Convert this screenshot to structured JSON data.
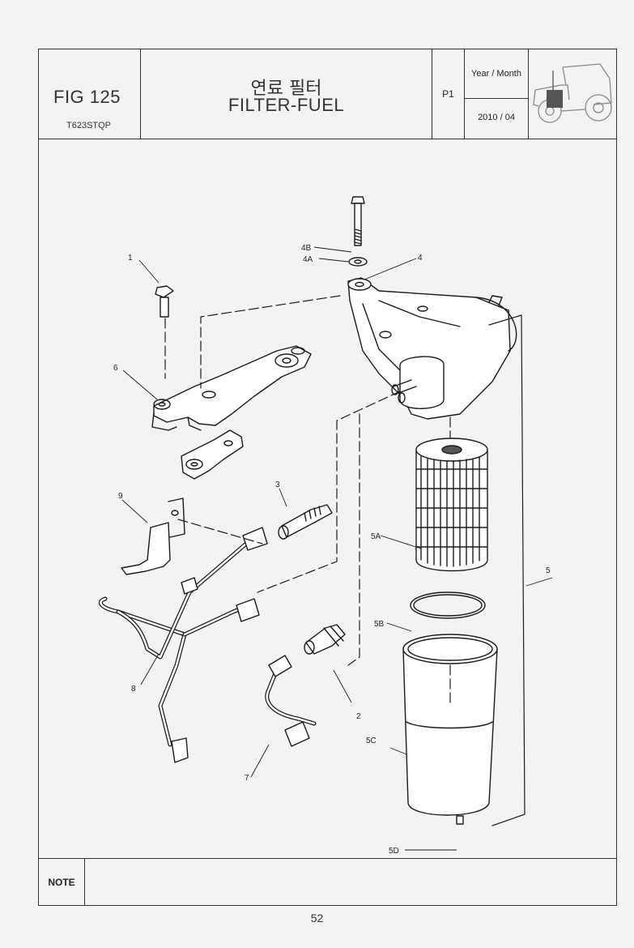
{
  "header": {
    "fig_label": "FIG 125",
    "model_code": "T623STQP",
    "title_ko": "연료 필터",
    "title_en": "FILTER-FUEL",
    "page_ref": "P1",
    "year_month_label": "Year / Month",
    "year_month_value": "2010 / 04",
    "icon": "tractor-icon"
  },
  "callouts": {
    "c1": "1",
    "c2": "2",
    "c3": "3",
    "c4": "4",
    "c4a": "4A",
    "c4b": "4B",
    "c5": "5",
    "c5a": "5A",
    "c5b": "5B",
    "c5c": "5C",
    "c5d": "5D",
    "c6": "6",
    "c7": "7",
    "c8": "8",
    "c9": "9"
  },
  "note": {
    "label": "NOTE",
    "text": ""
  },
  "footer": {
    "page_number": "52"
  }
}
